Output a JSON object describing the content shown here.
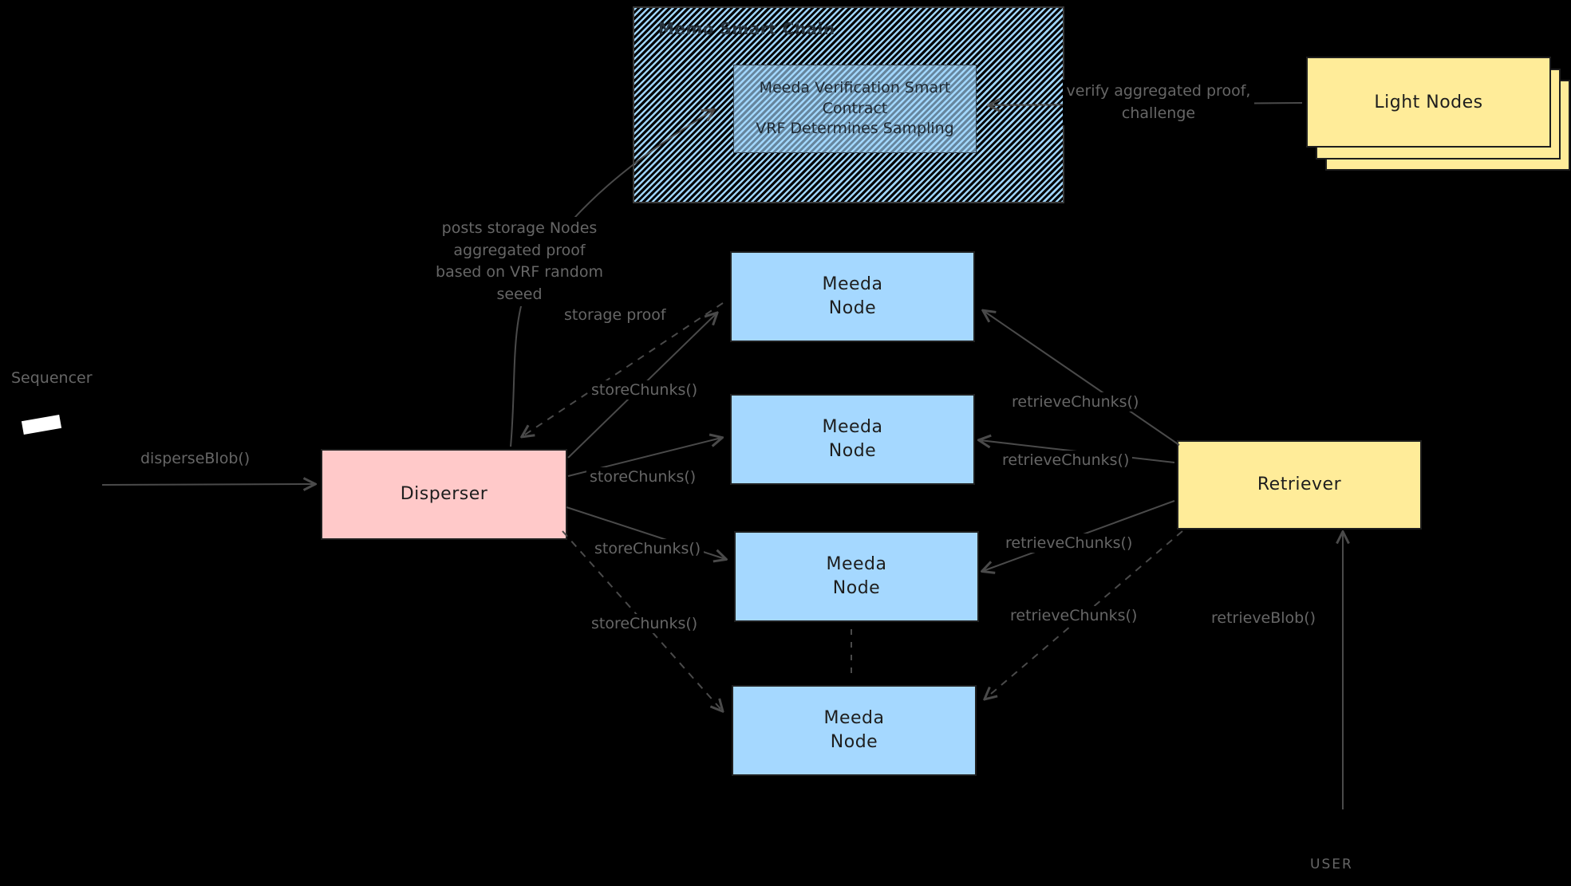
{
  "canvas": {
    "background": "#000000"
  },
  "colors": {
    "node_blue": "#a5d8ff",
    "disperser_pink": "#ffc9c9",
    "retriever_yellow": "#ffec99",
    "box_border": "#1e1e1e",
    "label_gray": "#666666",
    "arrow_gray": "#4a4a4a"
  },
  "chain": {
    "title": "Memo Smart Chain",
    "contract": {
      "line1": "Meeda Verification Smart",
      "line2": "Contract",
      "line3": "VRF Determines Sampling"
    }
  },
  "light_nodes": {
    "label": "Light Nodes"
  },
  "sequencer": {
    "label": "Sequencer"
  },
  "disperser": {
    "label": "Disperser"
  },
  "retriever": {
    "label": "Retriever"
  },
  "meeda_node": {
    "line1": "Meeda",
    "line2": "Node"
  },
  "user": {
    "label": "USER"
  },
  "edge_labels": {
    "disperse_blob": "disperseBlob()",
    "posts_proof_l1": "posts storage Nodes",
    "posts_proof_l2": "aggregated proof",
    "posts_proof_l3": "based on VRF random",
    "posts_proof_l4": "seeed",
    "storage_proof": "storage proof",
    "store_chunks": "storeChunks()",
    "retrieve_chunks": "retrieveChunks()",
    "verify_l1": "verify aggregated proof,",
    "verify_l2": "challenge",
    "retrieve_blob": "retrieveBlob()"
  }
}
